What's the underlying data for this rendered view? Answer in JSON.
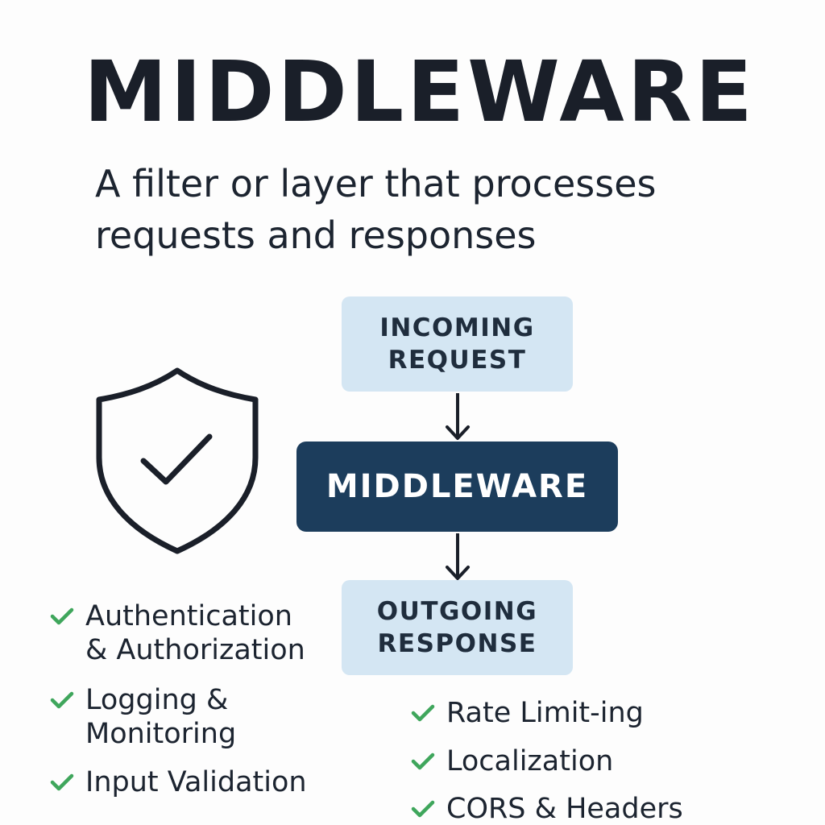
{
  "title": "MIDDLEWARE",
  "subtitle": "A filter or layer that processes requests and responses",
  "colors": {
    "dark_box": "#1c3d5c",
    "light_box": "#d4e6f3",
    "check": "#3fa65c",
    "text": "#1c2430"
  },
  "shield_icon": "shield-check-icon",
  "flow": {
    "incoming": [
      "INCOMING",
      "REQUEST"
    ],
    "middleware": "MIDDLEWARE",
    "outgoing": [
      "OUTGOING",
      "RESPONSE"
    ]
  },
  "features_left": [
    [
      "Authentication",
      "& Authorization"
    ],
    [
      "Logging &",
      "Monitoring"
    ],
    [
      "Input Validation"
    ]
  ],
  "features_right": [
    "Rate Limit-ing",
    "Localization",
    "CORS & Headers"
  ]
}
